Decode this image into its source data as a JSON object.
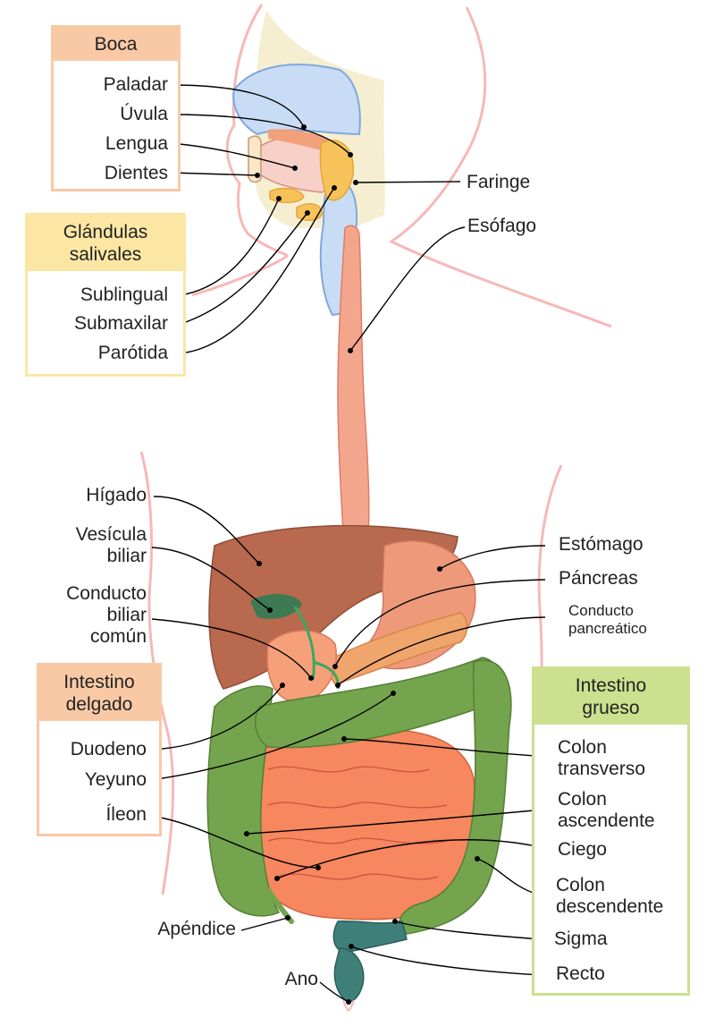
{
  "colors": {
    "boca": "#f9c9a6",
    "glandulas": "#fbe6a3",
    "intestino_delgado": "#f9c9a6",
    "intestino_grueso": "#cde08f",
    "body_outline": "#f7b8b8",
    "liver": "#b8694e",
    "stomach": "#ee9a7a",
    "pancreas": "#f0a56d",
    "small_intestine": "#f6875f",
    "large_intestine": "#74a44d",
    "rectum": "#3e7f7a",
    "esophagus": "#f4a68c",
    "nasal_cavity": "#c9dcf5",
    "salivary_glands": "#f8c25a"
  },
  "groups": {
    "boca": {
      "title": "Boca",
      "items": [
        "Paladar",
        "Úvula",
        "Lengua",
        "Dientes"
      ]
    },
    "glandulas": {
      "title": "Glándulas\nsalivales",
      "items": [
        "Sublingual",
        "Submaxilar",
        "Parótida"
      ]
    },
    "intestino_delgado": {
      "title": "Intestino\ndelgado",
      "items": [
        "Duodeno",
        "Yeyuno",
        "Íleon"
      ]
    },
    "intestino_grueso": {
      "title": "Intestino\ngrueso",
      "items": [
        "Colon\ntransverso",
        "Colon\nascendente",
        "Ciego",
        "Colon\ndescendente",
        "Sigma",
        "Recto"
      ]
    }
  },
  "labels": {
    "faringe": "Faringe",
    "esofago": "Esófago",
    "higado": "Hígado",
    "vesicula": "Vesícula\nbiliar",
    "conducto_biliar": "Conducto\nbiliar\ncomún",
    "estomago": "Estómago",
    "pancreas": "Páncreas",
    "conducto_pancreatico": "Conducto\npancreático",
    "apendice": "Apéndice",
    "ano": "Ano"
  }
}
